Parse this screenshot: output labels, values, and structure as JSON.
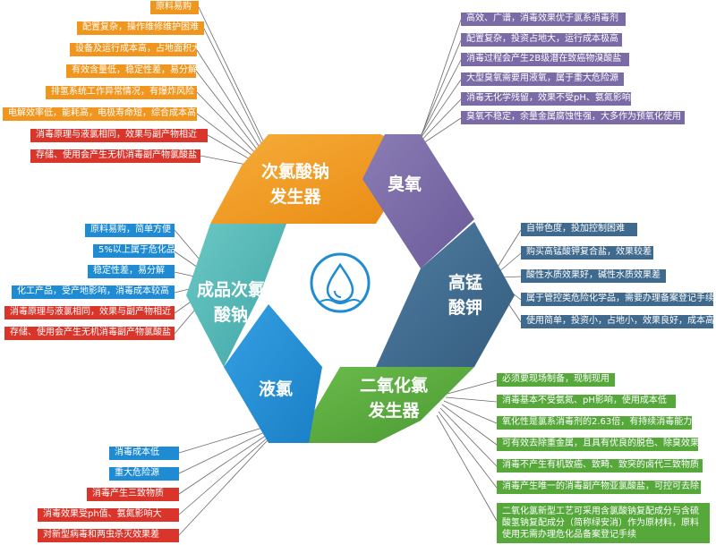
{
  "segments": {
    "hypochlorite_generator": "次氯酸钠\n发生器",
    "ozone": "臭氧",
    "permanganate": "高锰\n酸钾",
    "chlorine_dioxide": "二氧化氯\n发生器",
    "liquid_chlorine": "液氯",
    "hypochlorite_product": "成品次氯\n酸钠"
  },
  "hypochlorite_generator_notes": [
    "原料易购",
    "配置复杂，操作维修维护困难",
    "设备及运行成本高，占地面积大",
    "有效含量低，稳定性差，易分解",
    "排氢系统工作异常情况，有爆炸风险",
    "电解效率低，能耗高，电极寿命短，综合成本高",
    "消毒原理与液氯相同，效果与副产物相近",
    "存储、使用会产生无机消毒副产物氯酸盐"
  ],
  "ozone_notes": [
    "高效、广谱，消毒效果优于氯系消毒剂",
    "配置复杂，投资占地大，运行成本极高",
    "消毒过程会产生2B级潜在致癌物溴酸盐",
    "大型臭氧需要用液氧，属于重大危险源",
    "消毒无化学残留，效果不受pH、氨氮影响",
    "臭氧不稳定，余量金属腐蚀性强，大多作为预氧化使用"
  ],
  "permanganate_notes": [
    "自带色度，投加控制困难",
    "购买高锰酸钾复合盐，效果较差",
    "酸性水质效果好，碱性水质效果差",
    "属于管控类危险化学品，需要办理备案登记手续",
    "使用简单，投资小，占地小，效果良好，成本高"
  ],
  "chlorine_dioxide_notes": [
    "必须要现场制备，现制现用",
    "消毒基本不受氨氮、pH影响，使用成本低",
    "氧化性是氯系消毒剂的2.63倍，有持续消毒能力",
    "可有效去除重金属，且具有优良的脱色、除臭效果",
    "消毒不产生有机致癌、致畸、致突的卤代三致物质",
    "消毒产生唯一的消毒副产物亚氯酸盐，可控可去除",
    "二氧化氯新型工艺可采用含氯酸钠复配成分与含硫酸氢钠复配成分（简称绿安消）作为原材料，原料使用无需办理危化品备案登记手续"
  ],
  "liquid_chlorine_notes": [
    "消毒成本低",
    "重大危险源",
    "消毒产生三致物质",
    "消毒效果受ph值、氨氮影响大",
    "对新型病毒和两虫杀灭效果差"
  ],
  "hypochlorite_product_notes": [
    "原料易购，简单方便",
    "5%以上属于危化品",
    "稳定性差，易分解",
    "化工产品，受产地影响，消毒成本较高",
    "消毒原理与液氯相同，效果与副产物相近",
    "存储、使用会产生无机消毒副产物氯酸盐"
  ],
  "center_icon": "water-drop-icon",
  "colors": {
    "orange": "#f0961e",
    "purple": "#7a6aa6",
    "steel": "#3f6a8e",
    "green": "#56a83b",
    "blue": "#1f8bd3",
    "red": "#d9352b"
  }
}
